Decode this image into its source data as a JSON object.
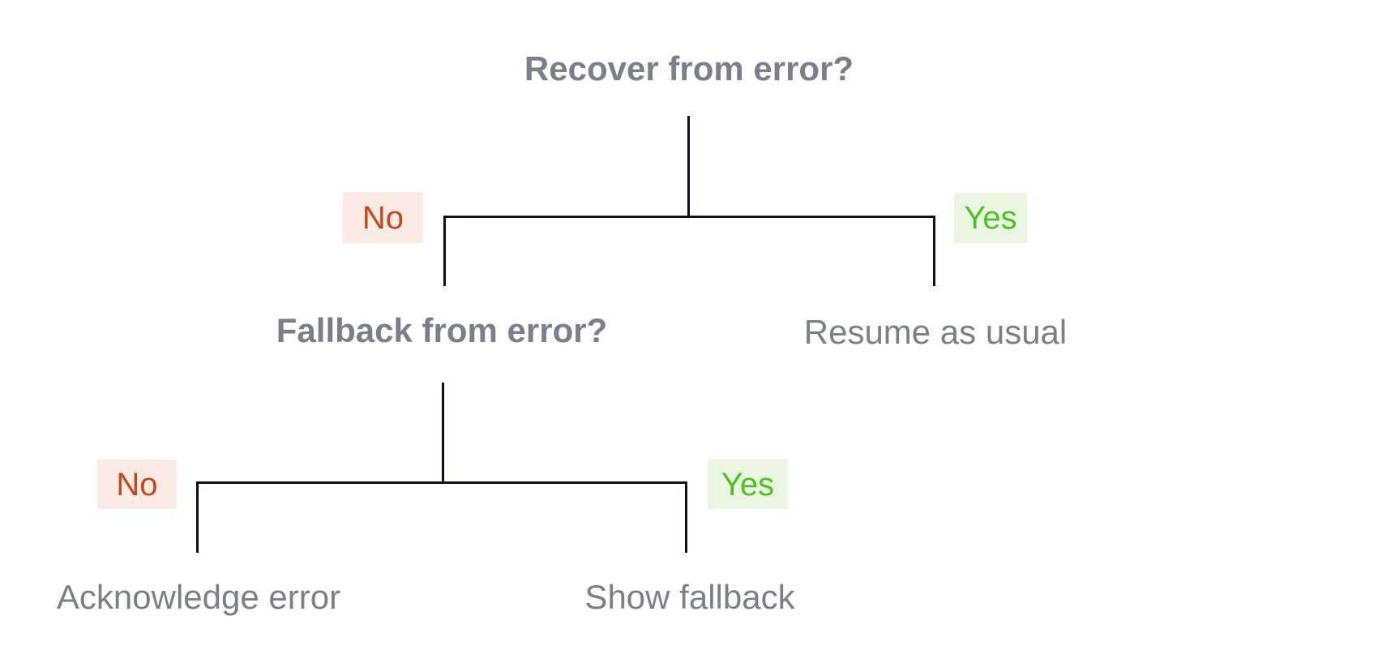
{
  "diagram": {
    "type": "decision-tree",
    "root": {
      "question": "Recover from error?",
      "no_label": "No",
      "yes_label": "Yes",
      "yes_branch": {
        "label": "Resume as usual"
      },
      "no_branch": {
        "question": "Fallback from error?",
        "no_label": "No",
        "yes_label": "Yes",
        "no_branch": {
          "label": "Acknowledge error"
        },
        "yes_branch": {
          "label": "Show fallback"
        }
      }
    },
    "colors": {
      "background": "#ffffff",
      "line": "#0d1022",
      "question_text": "#7b7f8a",
      "leaf_text": "#7b7f8a",
      "no_text": "#c5481d",
      "no_background": "#faeae4",
      "yes_text": "#4cc31f",
      "yes_background": "#eaf6e2"
    }
  }
}
